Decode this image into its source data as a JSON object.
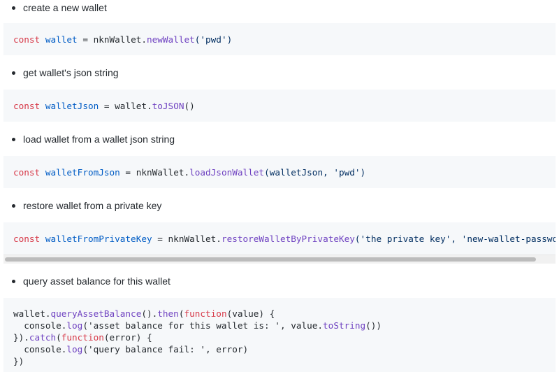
{
  "bullets": [
    {
      "text": "create a new wallet"
    },
    {
      "text": "get wallet's json string"
    },
    {
      "text": "load wallet from a wallet json string"
    },
    {
      "text": "restore wallet from a private key"
    },
    {
      "text": "query asset balance for this wallet"
    }
  ],
  "code": {
    "block1": {
      "kw": "const",
      "var": "wallet",
      "eq": " = ",
      "obj": "nknWallet.",
      "fn": "newWallet",
      "args": "('pwd')"
    },
    "block2": {
      "kw": "const",
      "var": "walletJson",
      "eq": " = ",
      "obj": "wallet.",
      "fn": "toJSON",
      "args": "()"
    },
    "block3": {
      "kw": "const",
      "var": "walletFromJson",
      "eq": " = ",
      "obj": "nknWallet.",
      "fn": "loadJsonWallet",
      "args": "(walletJson, 'pwd')"
    },
    "block4": {
      "kw": "const",
      "var": "walletFromPrivateKey",
      "eq": " = ",
      "obj": "nknWallet.",
      "fn": "restoreWalletByPrivateKey",
      "args": "('the private key', 'new-wallet-password')"
    },
    "block5": {
      "l1_a": "wallet.",
      "l1_fn": "queryAssetBalance",
      "l1_b": "().",
      "l1_fn2": "then",
      "l1_c": "(",
      "l1_kw": "function",
      "l1_d": "(value) {",
      "l2_a": "  console.",
      "l2_fn": "log",
      "l2_b": "('asset balance for this wallet is: ', value.",
      "l2_fn2": "toString",
      "l2_c": "())",
      "l3_a": "}).",
      "l3_fn": "catch",
      "l3_b": "(",
      "l3_kw": "function",
      "l3_c": "(error) {",
      "l4_a": "  console.",
      "l4_fn": "log",
      "l4_b": "('query balance fail: ', error)",
      "l5_a": "})"
    }
  }
}
